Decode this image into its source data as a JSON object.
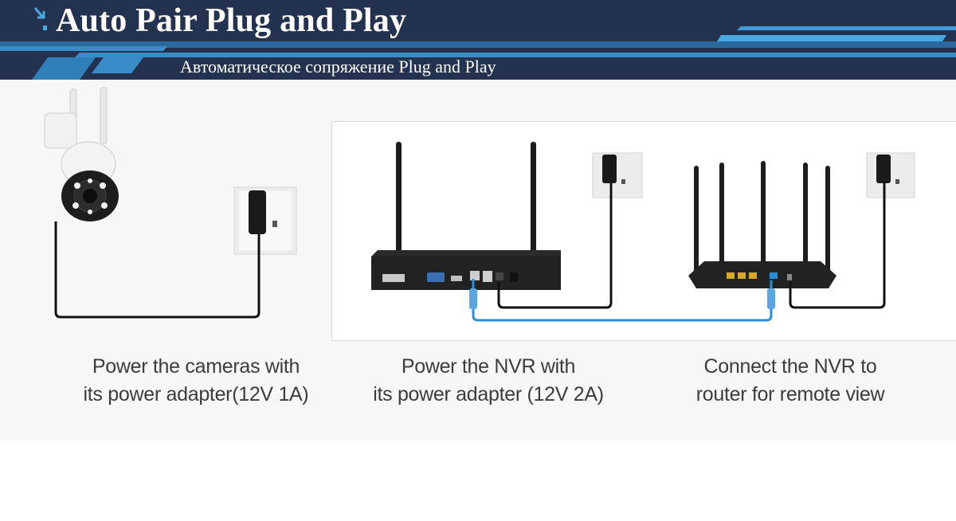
{
  "header": {
    "title": "Auto Pair Plug and Play",
    "subtitle": "Автоматическое сопряжение Plug and Play",
    "background_color": "#23334f",
    "accent_color": "#2b7fb6"
  },
  "steps": [
    {
      "line1": "Power the cameras with",
      "line2": "its power adapter(12V 1A)",
      "device": "camera-icon"
    },
    {
      "line1": "Power the NVR with",
      "line2": "its power adapter (12V 2A)",
      "device": "nvr-icon"
    },
    {
      "line1": "Connect the NVR to",
      "line2": "router for remote view",
      "device": "router-icon"
    }
  ],
  "colors": {
    "power_cable": "#111111",
    "network_cable": "#2d8fd8",
    "content_background": "#f7f7f7"
  }
}
